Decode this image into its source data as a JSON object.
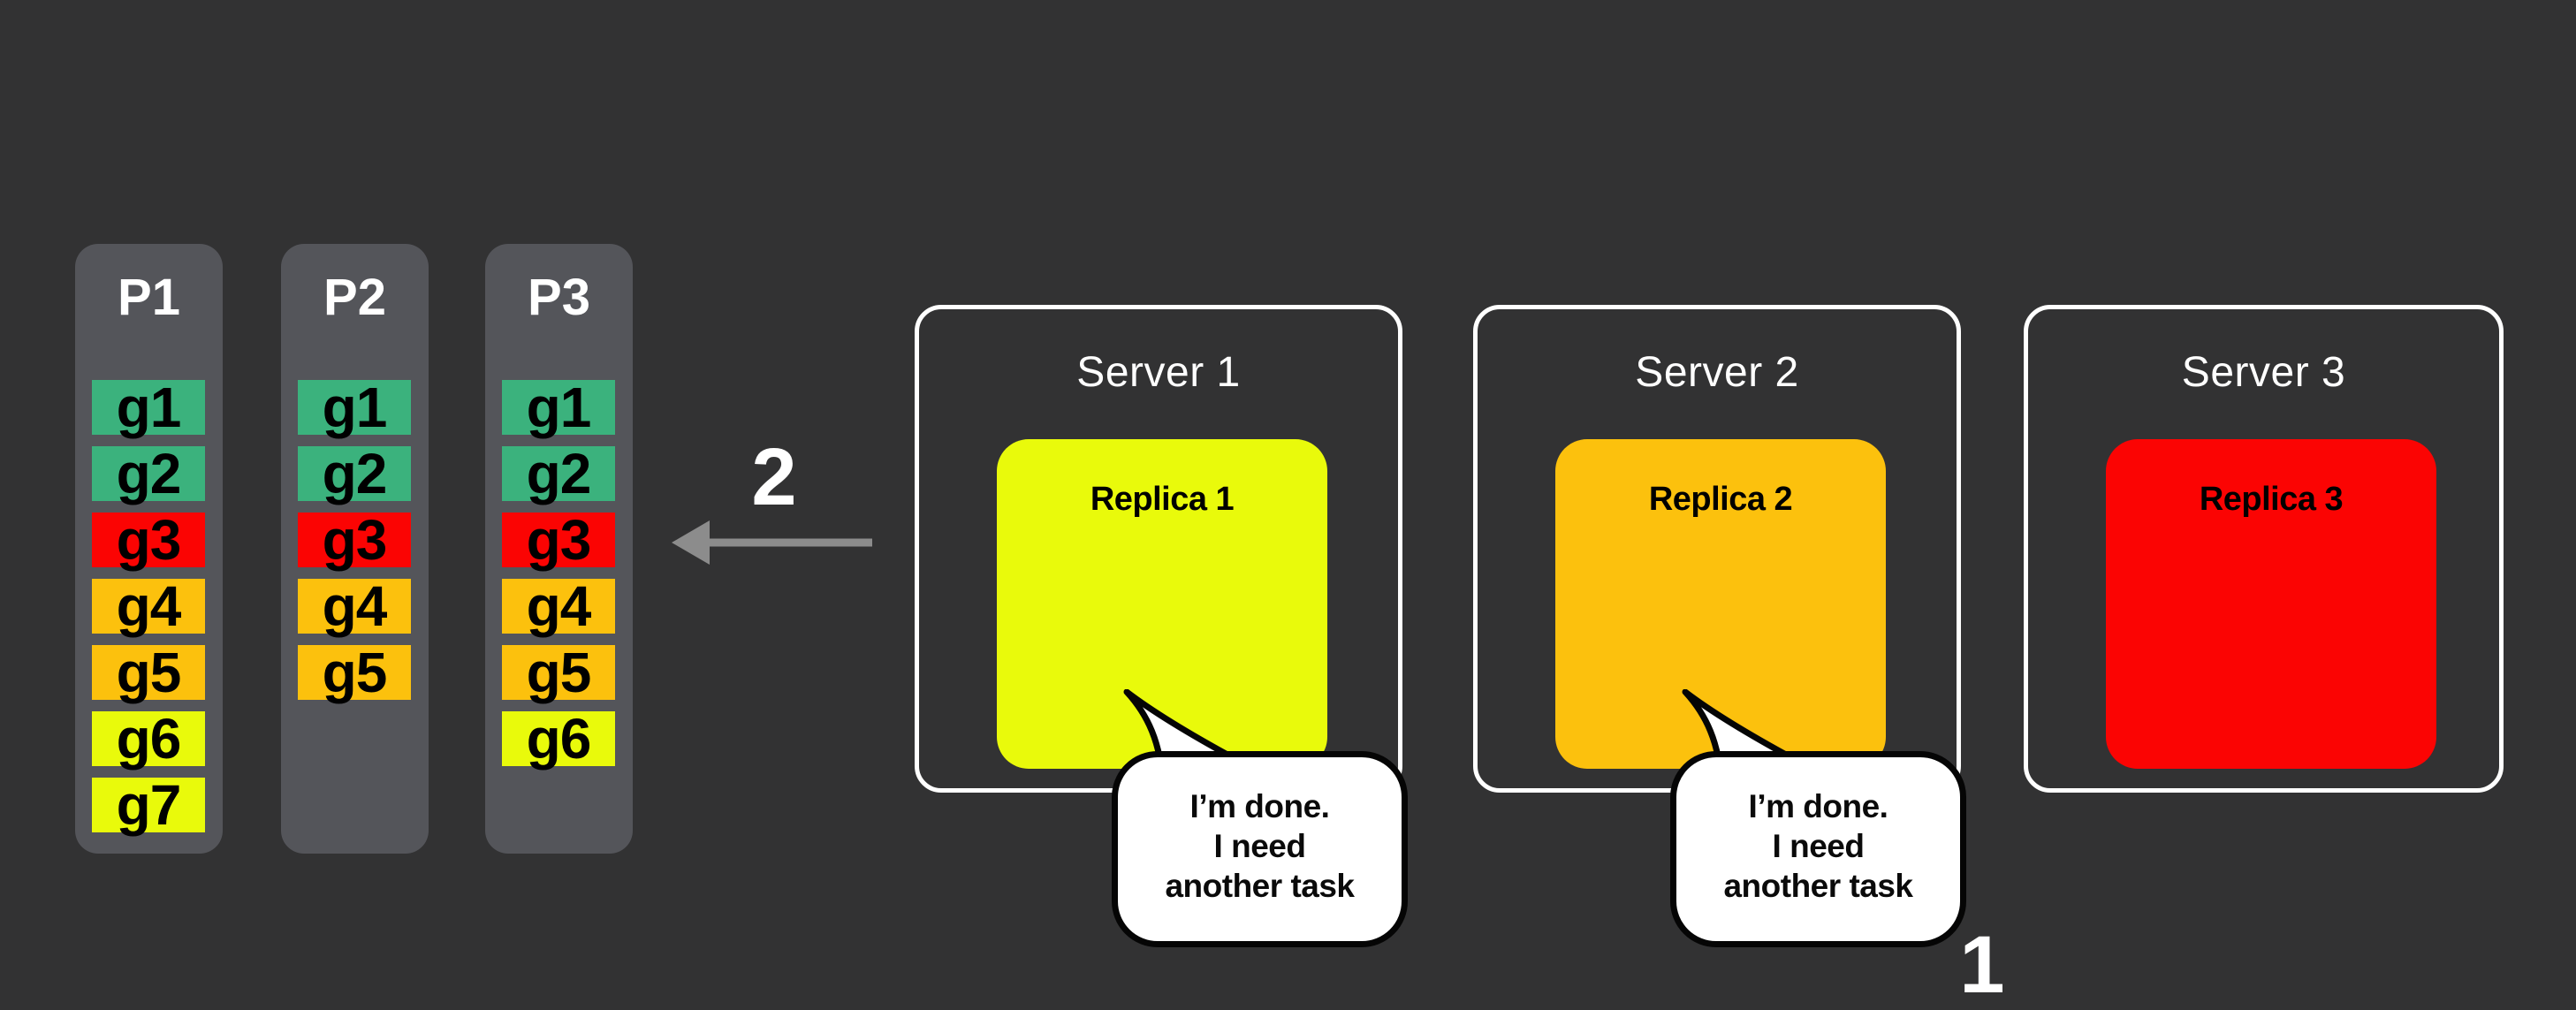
{
  "colors": {
    "background": "#323233",
    "panel_gray": "#54555A",
    "task_green": "#3BB27D",
    "task_red": "#FB0403",
    "task_orange": "#FCC10D",
    "task_yellow": "#E9FA0B",
    "arrow_gray": "#8C8C8C",
    "text_white": "#FFFFFF",
    "text_black": "#000000"
  },
  "partitions": [
    {
      "title": "P1",
      "tasks": [
        {
          "label": "g1",
          "color": "#3BB27D"
        },
        {
          "label": "g2",
          "color": "#3BB27D"
        },
        {
          "label": "g3",
          "color": "#FB0403"
        },
        {
          "label": "g4",
          "color": "#FCC10D"
        },
        {
          "label": "g5",
          "color": "#FCC10D"
        },
        {
          "label": "g6",
          "color": "#E9FA0B"
        },
        {
          "label": "g7",
          "color": "#E9FA0B"
        }
      ]
    },
    {
      "title": "P2",
      "tasks": [
        {
          "label": "g1",
          "color": "#3BB27D"
        },
        {
          "label": "g2",
          "color": "#3BB27D"
        },
        {
          "label": "g3",
          "color": "#FB0403"
        },
        {
          "label": "g4",
          "color": "#FCC10D"
        },
        {
          "label": "g5",
          "color": "#FCC10D"
        }
      ]
    },
    {
      "title": "P3",
      "tasks": [
        {
          "label": "g1",
          "color": "#3BB27D"
        },
        {
          "label": "g2",
          "color": "#3BB27D"
        },
        {
          "label": "g3",
          "color": "#FB0403"
        },
        {
          "label": "g4",
          "color": "#FCC10D"
        },
        {
          "label": "g5",
          "color": "#FCC10D"
        },
        {
          "label": "g6",
          "color": "#E9FA0B"
        }
      ]
    }
  ],
  "servers": [
    {
      "title": "Server 1",
      "replica": {
        "label": "Replica 1",
        "color": "#E9FA0B"
      },
      "bubble": {
        "lines": [
          "I’m done.",
          "I need",
          "another task"
        ]
      }
    },
    {
      "title": "Server 2",
      "replica": {
        "label": "Replica 2",
        "color": "#FCC10D"
      },
      "bubble": {
        "lines": [
          "I’m done.",
          "I need",
          "another task"
        ]
      }
    },
    {
      "title": "Server 3",
      "replica": {
        "label": "Replica 3",
        "color": "#FB0403"
      }
    }
  ],
  "annotations": {
    "step_2": "2",
    "step_1": "1"
  }
}
